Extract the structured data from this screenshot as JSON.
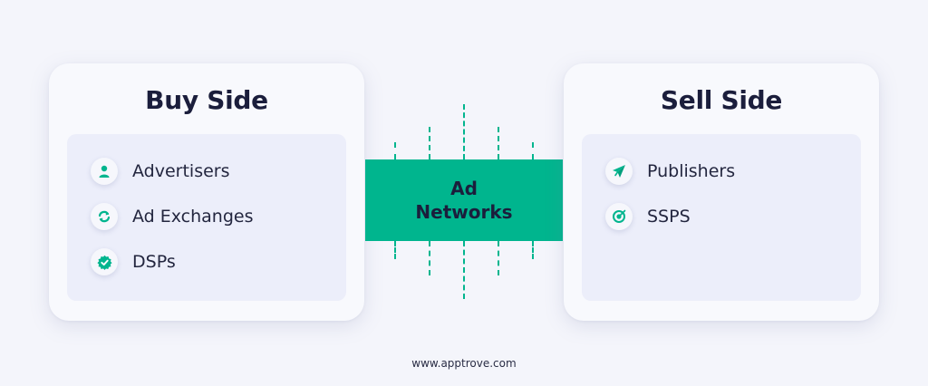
{
  "buy_side": {
    "title": "Buy Side",
    "items": [
      {
        "label": "Advertisers",
        "icon": "person-icon"
      },
      {
        "label": "Ad Exchanges",
        "icon": "exchange-arrows-icon"
      },
      {
        "label": "DSPs",
        "icon": "gear-check-icon"
      }
    ]
  },
  "sell_side": {
    "title": "Sell Side",
    "items": [
      {
        "label": "Publishers",
        "icon": "paper-plane-icon"
      },
      {
        "label": "SSPS",
        "icon": "target-icon"
      }
    ]
  },
  "center": {
    "line1": "Ad",
    "line2": "Networks"
  },
  "footer": "www.apptrove.com",
  "colors": {
    "accent": "#00b58e",
    "background": "#f4f5fb",
    "text": "#1b1e3c"
  }
}
